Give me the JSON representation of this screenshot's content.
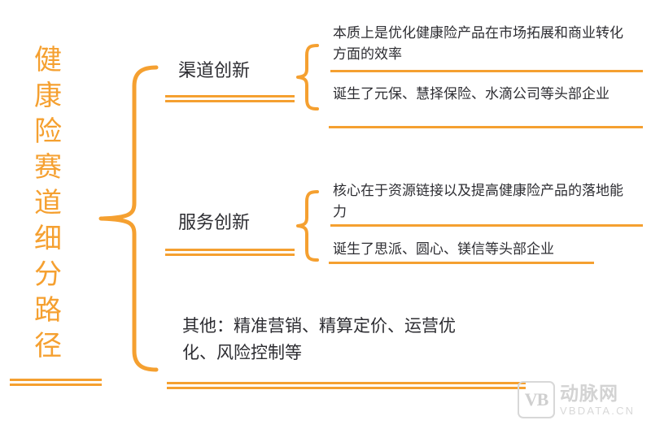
{
  "diagram": {
    "title_vertical": "健康险赛道细分路径",
    "accent_color": "#F5A030",
    "text_color": "#2d2d32",
    "background_color": "#FFFFFF",
    "branches": [
      {
        "label": "渠道创新",
        "items": [
          "本质上是优化健康险产品在市场拓展和商业转化方面的效率",
          "诞生了元保、慧择保险、水滴公司等头部企业"
        ]
      },
      {
        "label": "服务创新",
        "items": [
          "核心在于资源链接以及提高健康险产品的落地能力",
          "诞生了思派、圆心、镁信等头部企业"
        ]
      }
    ],
    "other": "其他：精准营销、精算定价、运营优化、风险控制等"
  },
  "watermark": {
    "logo_mark": "VB",
    "name_cn": "动脉网",
    "name_en": "VBDATA.CN"
  }
}
